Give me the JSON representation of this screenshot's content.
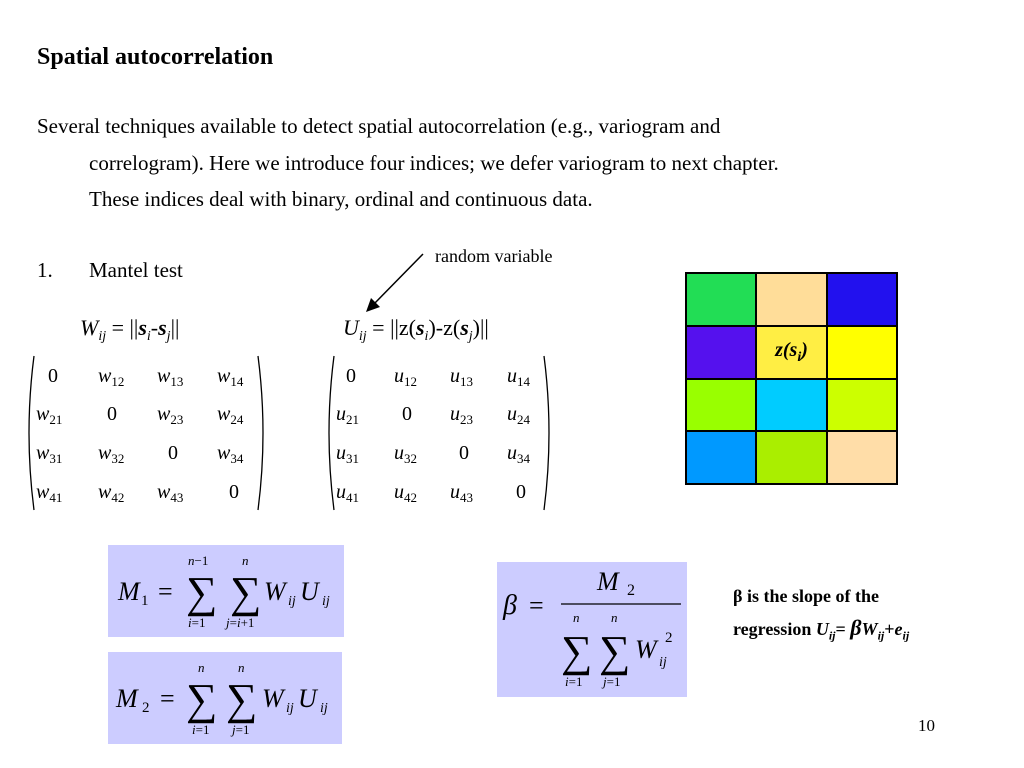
{
  "title": "Spatial autocorrelation",
  "paragraph": {
    "line1": "Several techniques available to detect spatial autocorrelation (e.g., variogram and",
    "line2": "correlogram). Here we introduce four indices; we defer variogram to next chapter.",
    "line3": "These indices deal with binary, ordinal and continuous data."
  },
  "list_item": {
    "number": "1.",
    "label": "Mantel test"
  },
  "annotation": "random variable",
  "grid": {
    "label": "z(s",
    "label_sub": "i",
    "label_close": ")",
    "cells": [
      "#22dd55",
      "#ffdd99",
      "#2211ee",
      "#5511ee",
      "#ffee44",
      "#ffff00",
      "#99ff00",
      "#00ccff",
      "#ccff00",
      "#0099ff",
      "#aaee00",
      "#ffdda8"
    ]
  },
  "beta_note": {
    "line1": "β is the slope of the",
    "line2_prefix": "regression ",
    "line2_U": "U",
    "line2_ij1": "ij",
    "line2_eq": "= ",
    "line2_beta": "β",
    "line2_W": "W",
    "line2_ij2": "ij",
    "line2_plus": "+",
    "line2_e": "e",
    "line2_ij3": "ij"
  },
  "page_number": "10"
}
